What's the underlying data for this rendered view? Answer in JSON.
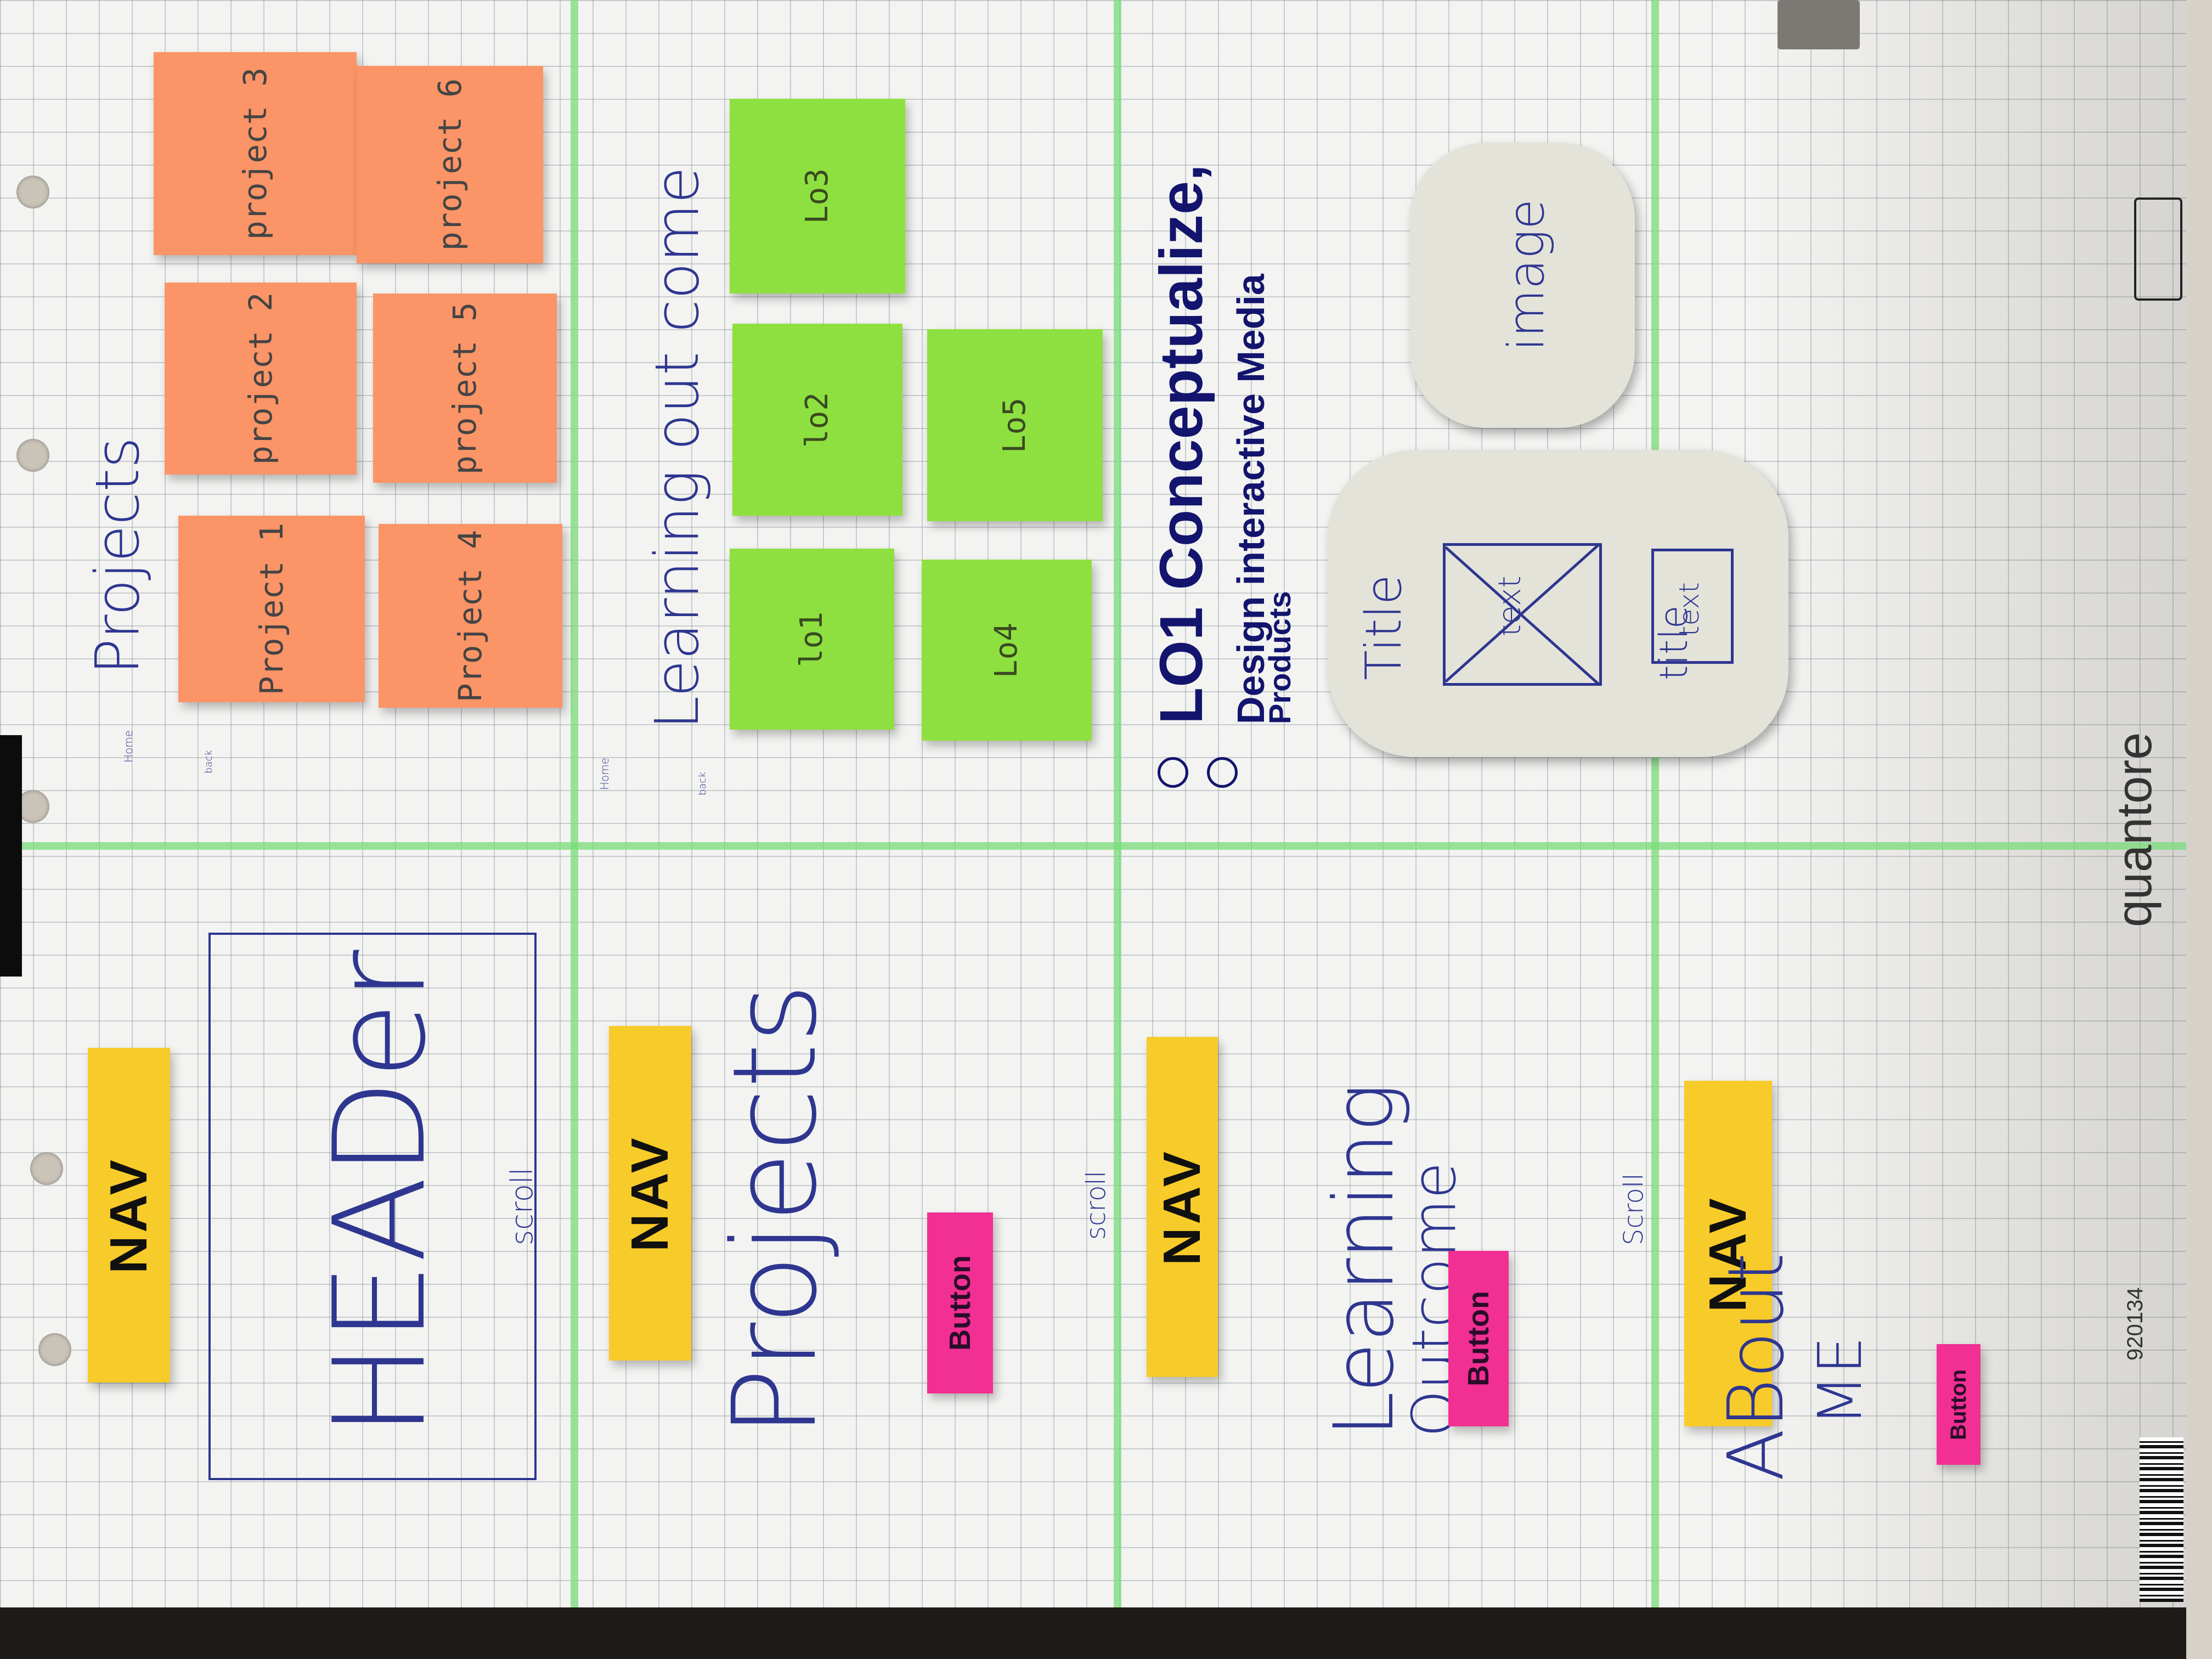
{
  "header_board": {
    "nav_label": "NAV",
    "header_label": "HEADer",
    "scroll_label": "scroll"
  },
  "projects_board": {
    "nav_label": "NAV",
    "title": "Projects",
    "button_label": "Button",
    "scroll_label": "scroll"
  },
  "learning_board": {
    "nav_label": "NAV",
    "title_line1": "Learning",
    "title_line2": "Outcome",
    "button_label": "Button",
    "scroll_label": "Scroll"
  },
  "about_board": {
    "nav_label": "NAV",
    "title_line1": "ABout",
    "title_line2": "ME",
    "button_label": "Button"
  },
  "projects_page": {
    "title": "Projects",
    "home_label": "Home",
    "back_label": "back",
    "notes": [
      "Project 1",
      "project 2",
      "project 3",
      "Project 4",
      "project 5",
      "project 6"
    ]
  },
  "learning_page": {
    "title": "Learning out come",
    "home_label": "Home",
    "back_label": "back",
    "notes": [
      "lo1",
      "lo2",
      "Lo3",
      "Lo4",
      "Lo5"
    ]
  },
  "lo1_page": {
    "title": "LO1 Conceptualize,",
    "subtitle_line1": "Design interactive Media",
    "subtitle_line2": "Products",
    "card_title": "Title",
    "card_text": "text",
    "card_subtitle": "title",
    "card_text2": "text",
    "image_label": "image"
  },
  "paper": {
    "brand": "quantore",
    "code": "920134"
  },
  "colors": {
    "orange_note": "#fb9466",
    "green_note": "#8ee040",
    "yellow_note": "#f7cb2a",
    "pink_note": "#f22f93",
    "fold_line": "#78dc78",
    "pen": "#2e3690"
  }
}
